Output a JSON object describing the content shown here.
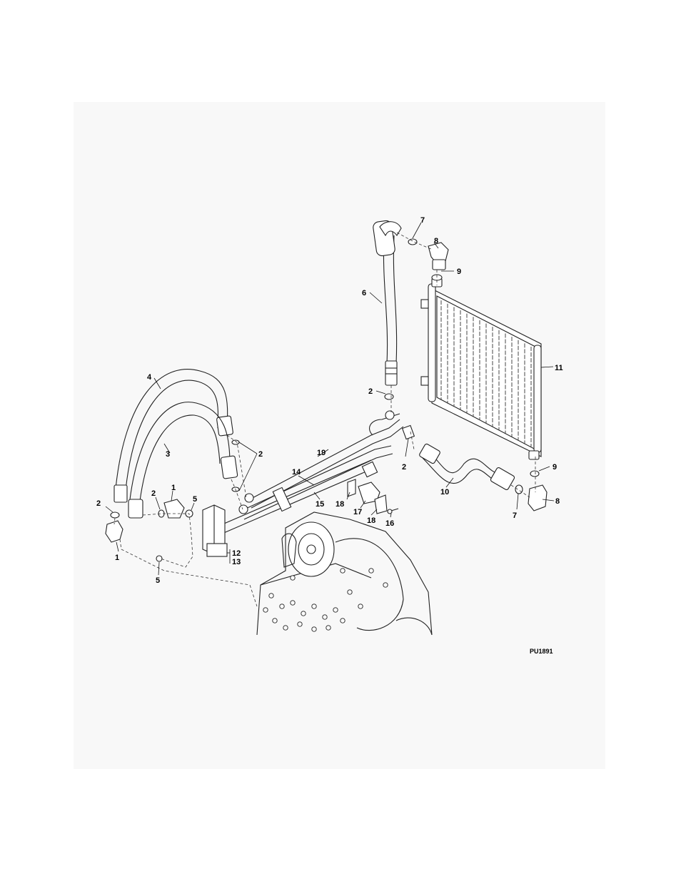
{
  "drawing_ref": "PU1891",
  "callouts": [
    {
      "id": "c7a",
      "label": "7"
    },
    {
      "id": "c8a",
      "label": "8"
    },
    {
      "id": "c9a",
      "label": "9"
    },
    {
      "id": "c6",
      "label": "6"
    },
    {
      "id": "c11",
      "label": "11"
    },
    {
      "id": "c4",
      "label": "4"
    },
    {
      "id": "c2a",
      "label": "2"
    },
    {
      "id": "c2b",
      "label": "2"
    },
    {
      "id": "c3",
      "label": "3"
    },
    {
      "id": "c19",
      "label": "19"
    },
    {
      "id": "c2c",
      "label": "2"
    },
    {
      "id": "c9b",
      "label": "9"
    },
    {
      "id": "c14",
      "label": "14"
    },
    {
      "id": "c10",
      "label": "10"
    },
    {
      "id": "c1a",
      "label": "1"
    },
    {
      "id": "c2d",
      "label": "2"
    },
    {
      "id": "c5a",
      "label": "5"
    },
    {
      "id": "c2e",
      "label": "2"
    },
    {
      "id": "c15",
      "label": "15"
    },
    {
      "id": "c18a",
      "label": "18"
    },
    {
      "id": "c8b",
      "label": "8"
    },
    {
      "id": "c7b",
      "label": "7"
    },
    {
      "id": "c17",
      "label": "17"
    },
    {
      "id": "c18b",
      "label": "18"
    },
    {
      "id": "c16",
      "label": "16"
    },
    {
      "id": "c12",
      "label": "12"
    },
    {
      "id": "c13",
      "label": "13"
    },
    {
      "id": "c1b",
      "label": "1"
    },
    {
      "id": "c5b",
      "label": "5"
    }
  ]
}
